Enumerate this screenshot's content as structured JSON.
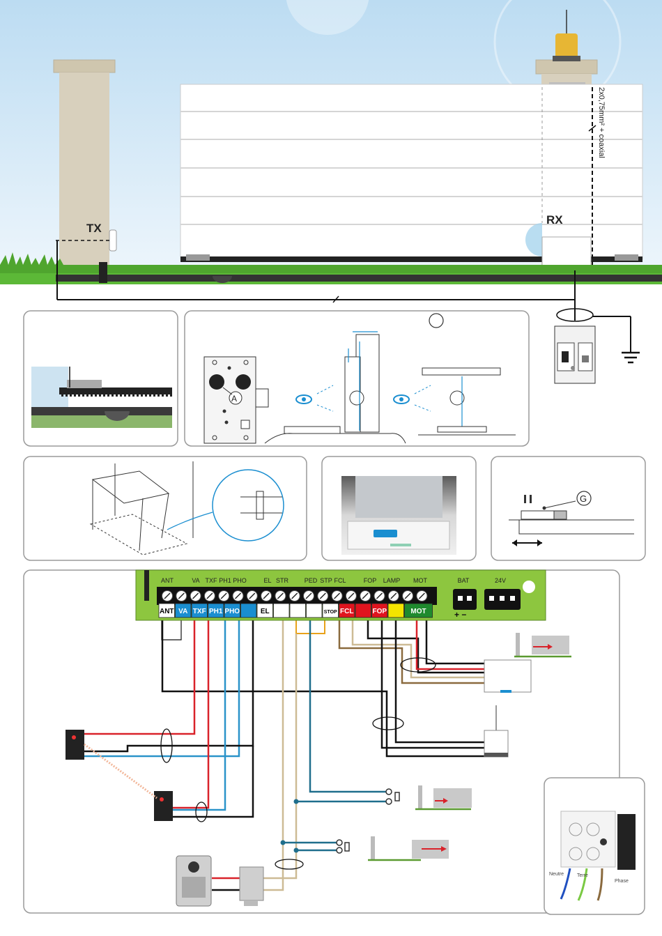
{
  "scene": {
    "tx_label": "TX",
    "rx_label": "RX",
    "cable_label": "2x0,75mm² + coaxial"
  },
  "panel_b": {
    "step_number": "",
    "marker_a": "A"
  },
  "panel_e": {
    "marker_g": "G"
  },
  "board": {
    "top_labels": [
      "ANT",
      "VA",
      "TXF",
      "PH1",
      "PHO",
      "EL",
      "STR",
      "PED",
      "STP",
      "FCL",
      "FOP",
      "LAMP",
      "MOT",
      "BAT",
      "24V"
    ],
    "plus_minus": "+ −",
    "blocks": [
      {
        "label": "ANT",
        "color": "#ffffff",
        "text_color": "#000000"
      },
      {
        "label": "VA",
        "color": "#1a8ed0",
        "text_color": "#ffffff"
      },
      {
        "label": "TXF",
        "color": "#1a8ed0",
        "text_color": "#ffffff"
      },
      {
        "label": "PH1",
        "color": "#1a8ed0",
        "text_color": "#ffffff"
      },
      {
        "label": "PHO",
        "color": "#1a8ed0",
        "text_color": "#ffffff"
      },
      {
        "label": "",
        "color": "#1a8ed0",
        "text_color": "#ffffff"
      },
      {
        "label": "EL",
        "color": "#ffffff",
        "text_color": "#000000"
      },
      {
        "label": "",
        "color": "#ffffff",
        "text_color": "#000000"
      },
      {
        "label": "",
        "color": "#ffffff",
        "text_color": "#000000"
      },
      {
        "label": "",
        "color": "#ffffff",
        "text_color": "#000000"
      },
      {
        "label": "STOP",
        "color": "#ffffff",
        "text_color": "#000000"
      },
      {
        "label": "FCL",
        "color": "#e0141e",
        "text_color": "#ffffff"
      },
      {
        "label": "",
        "color": "#e0141e",
        "text_color": "#ffffff"
      },
      {
        "label": "FOP",
        "color": "#e0141e",
        "text_color": "#ffffff"
      },
      {
        "label": "",
        "color": "#f4e400",
        "text_color": "#000000"
      },
      {
        "label": "MOT",
        "color": "#1f8a2e",
        "text_color": "#ffffff"
      }
    ],
    "board_color": "#8dc63f"
  },
  "junction": {
    "neutral": "Neutre",
    "earth": "Terre",
    "phase": "Phase"
  },
  "colors": {
    "sky": "#cfe6f5",
    "grass": "#4caf2a",
    "pillar": "#d6cfbc",
    "wire_red": "#d9222a",
    "wire_blue": "#2a93c9",
    "wire_black": "#111111",
    "wire_brown": "#8a6a3e",
    "wire_orange": "#e8a21a",
    "wire_tan": "#cdbb95",
    "wire_teal": "#1f6e8c",
    "panel_border": "#9a9a9a"
  }
}
